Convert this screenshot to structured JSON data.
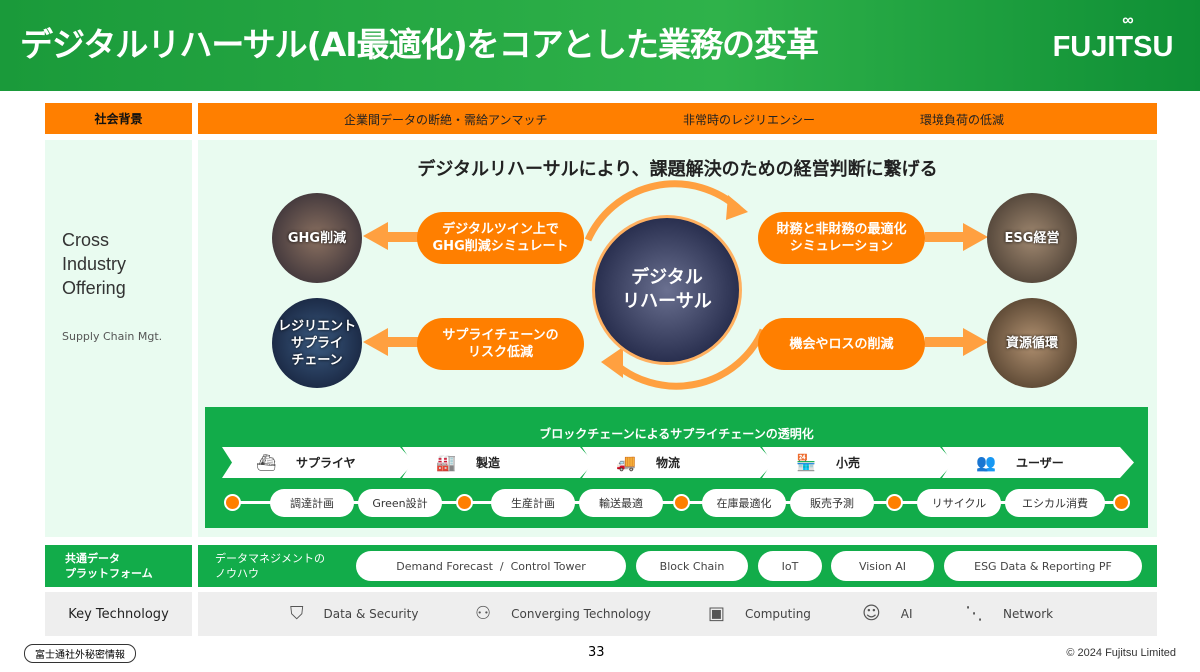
{
  "header": {
    "title": "デジタルリハーサル(AI最適化)をコアとした業務の変革",
    "logo": "FUJITSU"
  },
  "social": {
    "label": "社会背景",
    "items": [
      "企業間データの断絶・需給アンマッチ",
      "非常時のレジリエンシー",
      "環境負荷の低減"
    ]
  },
  "offering": {
    "title_lines": [
      "Cross",
      "Industry",
      "Offering"
    ],
    "sub": "Supply Chain Mgt."
  },
  "main": {
    "subtitle": "デジタルリハーサルにより、課題解決のための経営判断に繋げる",
    "center": "デジタル\nリハーサル",
    "photos": [
      "GHG削減",
      "レジリエント\nサプライ\nチェーン",
      "ESG経営",
      "資源循環"
    ],
    "pills": [
      "デジタルツイン上で\nGHG削減シミュレート",
      "サプライチェーンの\nリスク低減",
      "財務と非財務の最適化\nシミュレーション",
      "機会やロスの削減"
    ],
    "accent": "#ff7f00",
    "green": "#12ac4a"
  },
  "blockchain": {
    "title": "ブロックチェーンによるサプライチェーンの透明化",
    "stages": [
      {
        "icon": "ship-icon",
        "label": "サプライヤ"
      },
      {
        "icon": "factory-icon",
        "label": "製造"
      },
      {
        "icon": "truck-icon",
        "label": "物流"
      },
      {
        "icon": "store-icon",
        "label": "小売"
      },
      {
        "icon": "users-icon",
        "label": "ユーザー"
      }
    ],
    "steps": [
      "調達計画",
      "Green設計",
      "生産計画",
      "輸送最適",
      "在庫最適化",
      "販売予測",
      "リサイクル",
      "エシカル消費"
    ]
  },
  "data_platform": {
    "label": "共通データ\nプラットフォーム",
    "knowhow": "データマネジメントの\nノウハウ",
    "items": [
      "Demand Forecast  /  Control Tower",
      "Block Chain",
      "IoT",
      "Vision AI",
      "ESG Data & Reporting PF"
    ]
  },
  "key_tech": {
    "label": "Key Technology",
    "items": [
      {
        "icon": "shield-icon",
        "label": "Data & Security"
      },
      {
        "icon": "person-network-icon",
        "label": "Converging Technology"
      },
      {
        "icon": "chip-icon",
        "label": "Computing"
      },
      {
        "icon": "ai-head-icon",
        "label": "AI"
      },
      {
        "icon": "network-icon",
        "label": "Network"
      }
    ]
  },
  "footer": {
    "confidential": "富士通社外秘密情報",
    "page": "33",
    "copyright": "© 2024 Fujitsu Limited"
  }
}
